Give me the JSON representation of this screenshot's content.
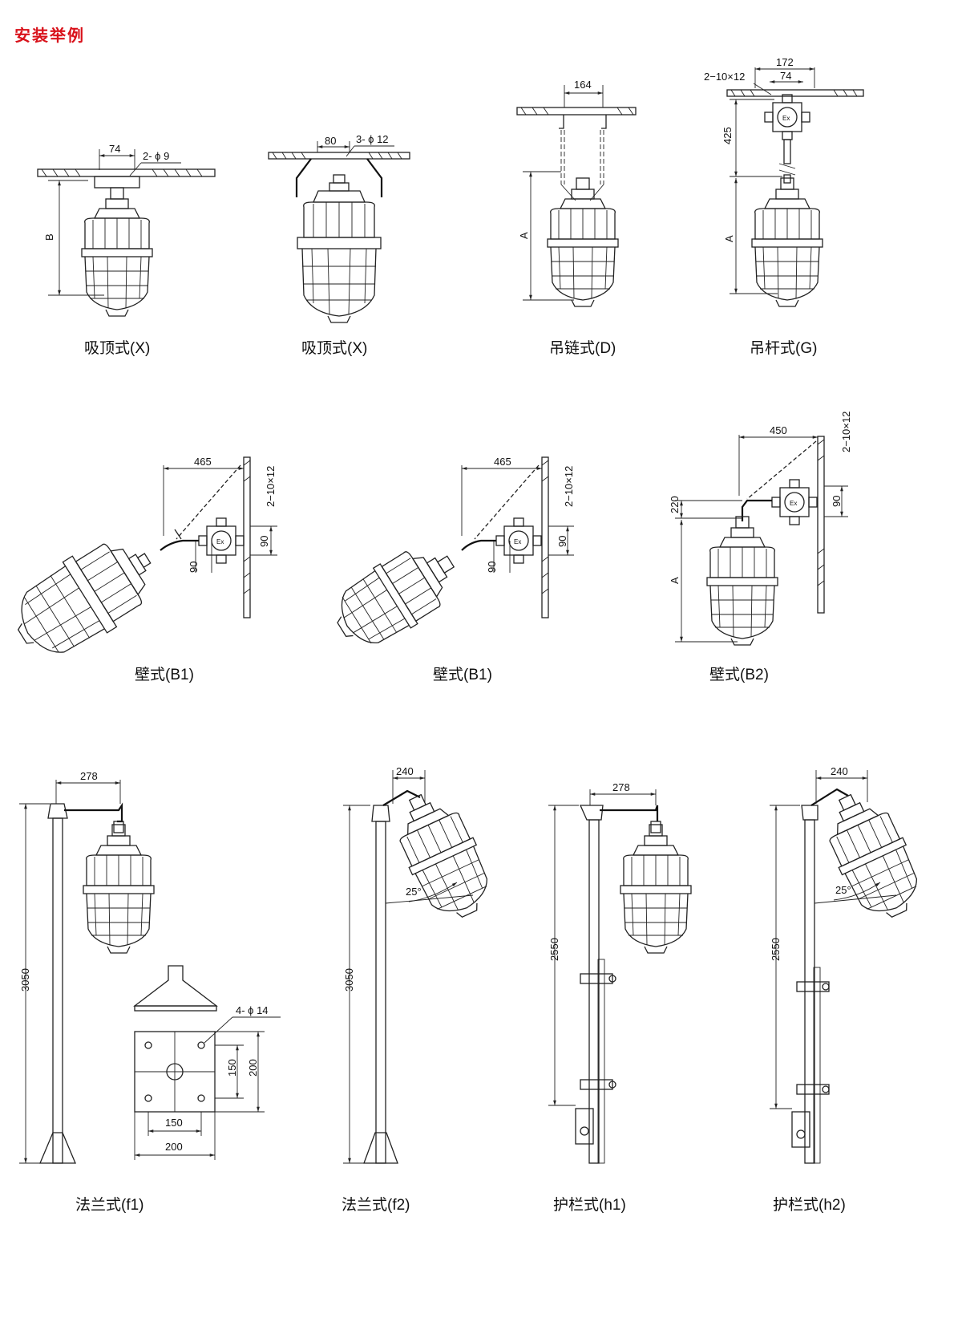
{
  "title": "安装举例",
  "colors": {
    "title": "#d9121b",
    "line": "#222222"
  },
  "figures": [
    {
      "id": "x1",
      "caption": "吸顶式(X)",
      "dims": [
        "74",
        "2- ϕ 9",
        "B"
      ]
    },
    {
      "id": "x2",
      "caption": "吸顶式(X)",
      "dims": [
        "80",
        "3- ϕ 12"
      ]
    },
    {
      "id": "d",
      "caption": "吊链式(D)",
      "dims": [
        "164",
        "A"
      ]
    },
    {
      "id": "g",
      "caption": "吊杆式(G)",
      "dims": [
        "172",
        "74",
        "2−10×12",
        "425",
        "A"
      ]
    },
    {
      "id": "b1a",
      "caption": "壁式(B1)",
      "dims": [
        "465",
        "2−10×12",
        "90",
        "90"
      ]
    },
    {
      "id": "b1b",
      "caption": "壁式(B1)",
      "dims": [
        "465",
        "2−10×12",
        "90",
        "90"
      ]
    },
    {
      "id": "b2",
      "caption": "壁式(B2)",
      "dims": [
        "450",
        "2−10×12",
        "220",
        "90",
        "A"
      ]
    },
    {
      "id": "f1",
      "caption": "法兰式(f1)",
      "dims": [
        "278",
        "3050",
        "4- ϕ 14",
        "150",
        "200",
        "150",
        "200"
      ]
    },
    {
      "id": "f2",
      "caption": "法兰式(f2)",
      "dims": [
        "240",
        "3050",
        "25°"
      ]
    },
    {
      "id": "h1",
      "caption": "护栏式(h1)",
      "dims": [
        "278",
        "2550"
      ]
    },
    {
      "id": "h2",
      "caption": "护栏式(h2)",
      "dims": [
        "240",
        "2550",
        "25°"
      ]
    }
  ]
}
